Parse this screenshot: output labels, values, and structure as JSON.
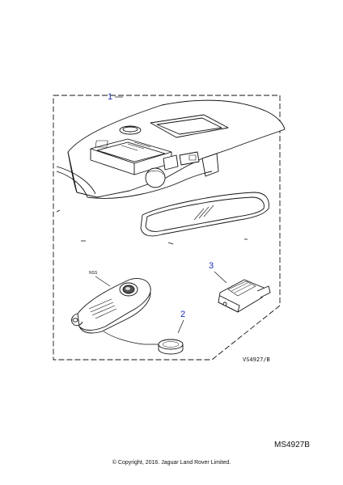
{
  "diagram": {
    "callouts": {
      "item_1": "1",
      "item_2": "2",
      "item_3": "3"
    },
    "part_label": "NSS",
    "reference_code": "VS4927/B",
    "colors": {
      "callout": "#1c2fb8",
      "line": "#111111",
      "fill": "#ffffff"
    }
  },
  "footer": {
    "diagram_code": "MS4927B",
    "copyright": "© Copyright, 2016. Jaguar Land Rover Limited."
  }
}
